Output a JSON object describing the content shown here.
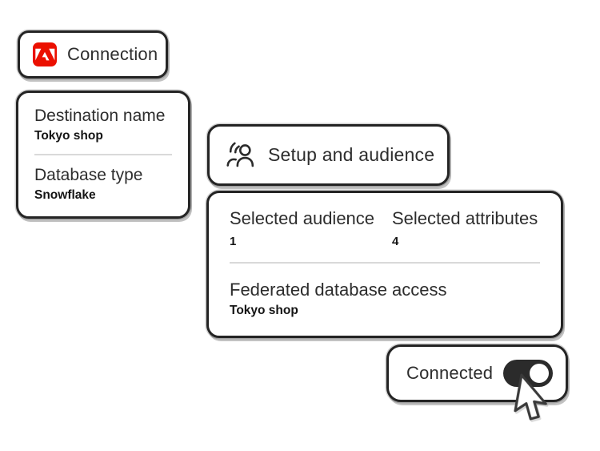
{
  "colors": {
    "adobe_red": "#EB1000",
    "ink": "#242424",
    "label_text": "#2d2d2d",
    "value_text": "#141414",
    "divider": "#d9d9d9",
    "toggle_on": "#2b2b2b",
    "background": "#ffffff"
  },
  "cards": {
    "connection": {
      "icon": "adobe-logo-icon",
      "title": "Connection"
    },
    "destination": {
      "fields": [
        {
          "label": "Destination name",
          "value": "Tokyo shop"
        },
        {
          "label": "Database type",
          "value": "Snowflake"
        }
      ]
    },
    "setup": {
      "icon": "audience-icon",
      "title": "Setup and audience"
    },
    "details": {
      "stats": [
        {
          "label": "Selected audience",
          "value": "1"
        },
        {
          "label": "Selected attributes",
          "value": "4"
        }
      ],
      "field": {
        "label": "Federated database access",
        "value": "Tokyo shop"
      }
    },
    "status": {
      "label": "Connected",
      "toggle_state": "on"
    }
  },
  "cursor": "arrow-pointer-icon"
}
